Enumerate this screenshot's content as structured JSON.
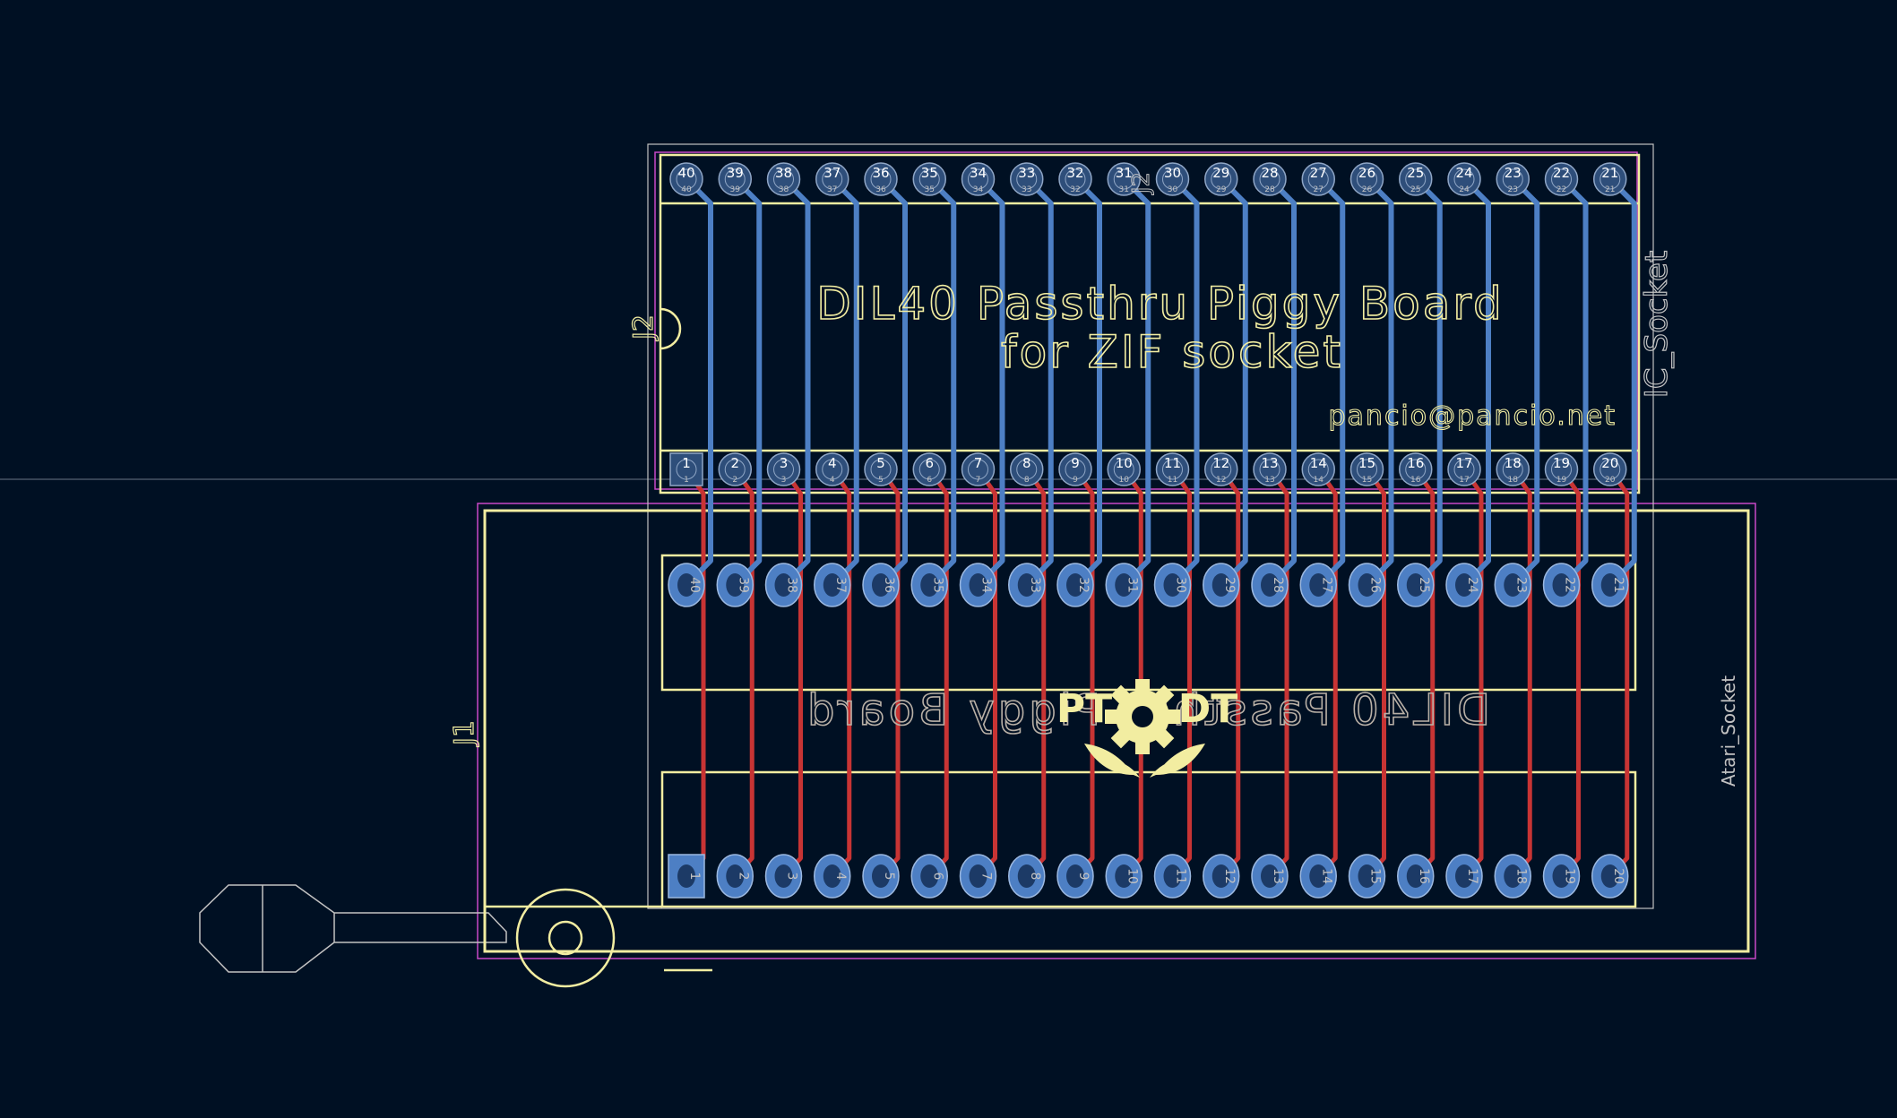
{
  "board": {
    "title_line1": "DIL40 Passthru Piggy Board",
    "title_line2": "for ZIF socket",
    "email": "pancio@pancio.net",
    "mirrored_title": "DIL40 Passthru Piggy Board",
    "logo_text_left": "PT",
    "logo_text_right": "DT",
    "zif_pad_numbers_top": [
      "40",
      "39",
      "38",
      "37",
      "36",
      "35",
      "34",
      "33",
      "32",
      "31",
      "30",
      "29",
      "28",
      "27",
      "26",
      "25",
      "24",
      "23",
      "22",
      "21"
    ],
    "zif_pad_numbers_bottom": [
      "1",
      "2",
      "3",
      "4",
      "5",
      "6",
      "7",
      "8",
      "9",
      "10",
      "11",
      "12",
      "13",
      "14",
      "15",
      "16",
      "17",
      "18",
      "19",
      "20"
    ]
  },
  "footprints": {
    "j1_ref": "J1",
    "j2_ref": "J2",
    "j2_ref_overlap": "J2",
    "atari_value": "Atari_Socket",
    "ic_value": "IC_Socket"
  },
  "colors": {
    "background": "#001023",
    "silkscreen": "#f2eda1",
    "front_copper": "#c83434",
    "back_copper": "#4d7fc4",
    "courtyard": "#c848c8",
    "fab": "#c2c2c2",
    "pad_text": "#c2c2c2"
  }
}
